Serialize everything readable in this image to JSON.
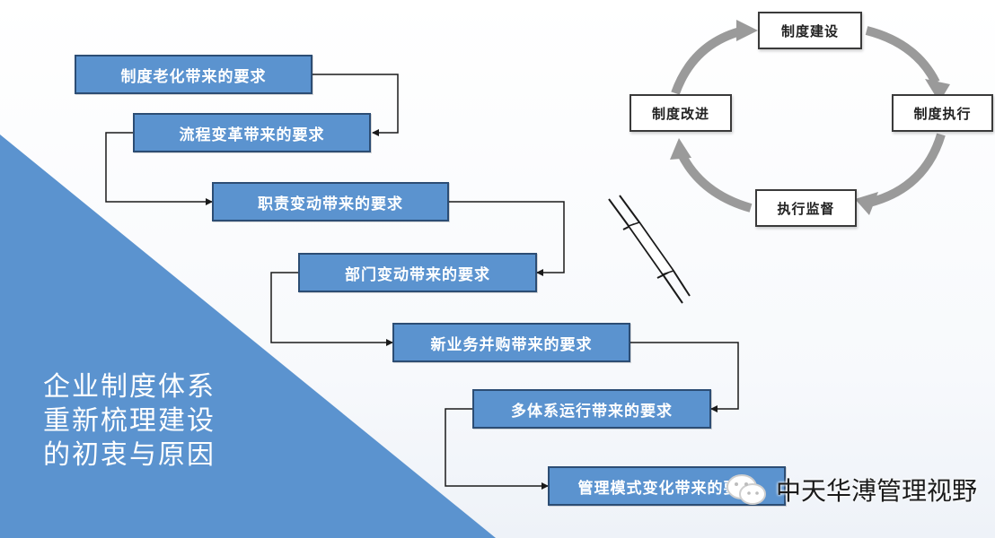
{
  "side_title": {
    "lines": [
      "企业制度体系",
      "重新梳理建设",
      "的初衷与原因"
    ]
  },
  "requirements": [
    "制度老化带来的要求",
    "流程变革带来的要求",
    "职责变动带来的要求",
    "部门变动带来的要求",
    "新业务并购带来的要求",
    "多体系运行带来的要求",
    "管理模式变化带来的要求"
  ],
  "cycle": {
    "top": "制度建设",
    "right": "制度执行",
    "bottom": "执行监督",
    "left": "制度改进"
  },
  "watermark": {
    "text": "中天华溥管理视野"
  },
  "colors": {
    "accent_blue": "#5b93cf",
    "box_border": "#2c4d74",
    "triangle": "#5b93cf",
    "cycle_arrow": "#9a9a9a"
  }
}
